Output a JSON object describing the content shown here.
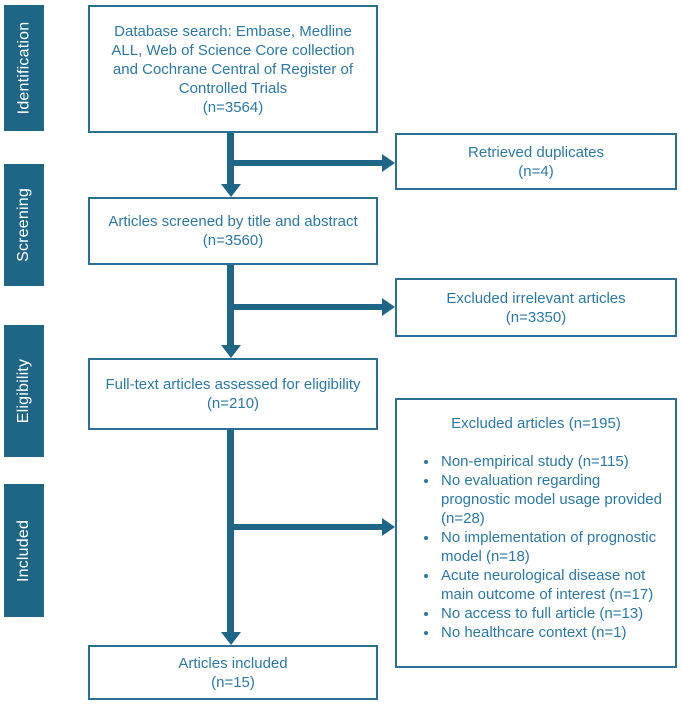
{
  "colors": {
    "teal_fill": "#1F6585",
    "box_border": "#2B6F94",
    "text": "#2C78A4",
    "stage_label_text": "#FFFFFF",
    "background": "#FFFFFF"
  },
  "sidebar": {
    "items": [
      {
        "label": "Identification"
      },
      {
        "label": "Screening"
      },
      {
        "label": "Eligibility"
      },
      {
        "label": "Included"
      }
    ]
  },
  "flow": {
    "main_boxes": [
      {
        "label": "Database search: Embase, Medline ALL, Web of Science Core collection and Cochrane Central of Register of Controlled Trials",
        "count": "(n=3564)"
      },
      {
        "label": "Articles screened by title and abstract",
        "count": "(n=3560)"
      },
      {
        "label": "Full-text articles assessed for eligibility",
        "count": "(n=210)"
      },
      {
        "label": "Articles included",
        "count": "(n=15)"
      }
    ],
    "side_boxes": [
      {
        "label": "Retrieved duplicates",
        "count": "(n=4)"
      },
      {
        "label": "Excluded irrelevant articles",
        "count": "(n=3350)"
      }
    ],
    "excluded_box": {
      "title": "Excluded articles (n=195)",
      "bullets": [
        "Non-empirical study (n=115)",
        "No evaluation regarding prognostic model usage provided (n=28)",
        "No implementation of prognostic model (n=18)",
        "Acute neurological disease not main outcome of interest (n=17)",
        "No access to full article (n=13)",
        "No healthcare context (n=1)"
      ]
    }
  }
}
